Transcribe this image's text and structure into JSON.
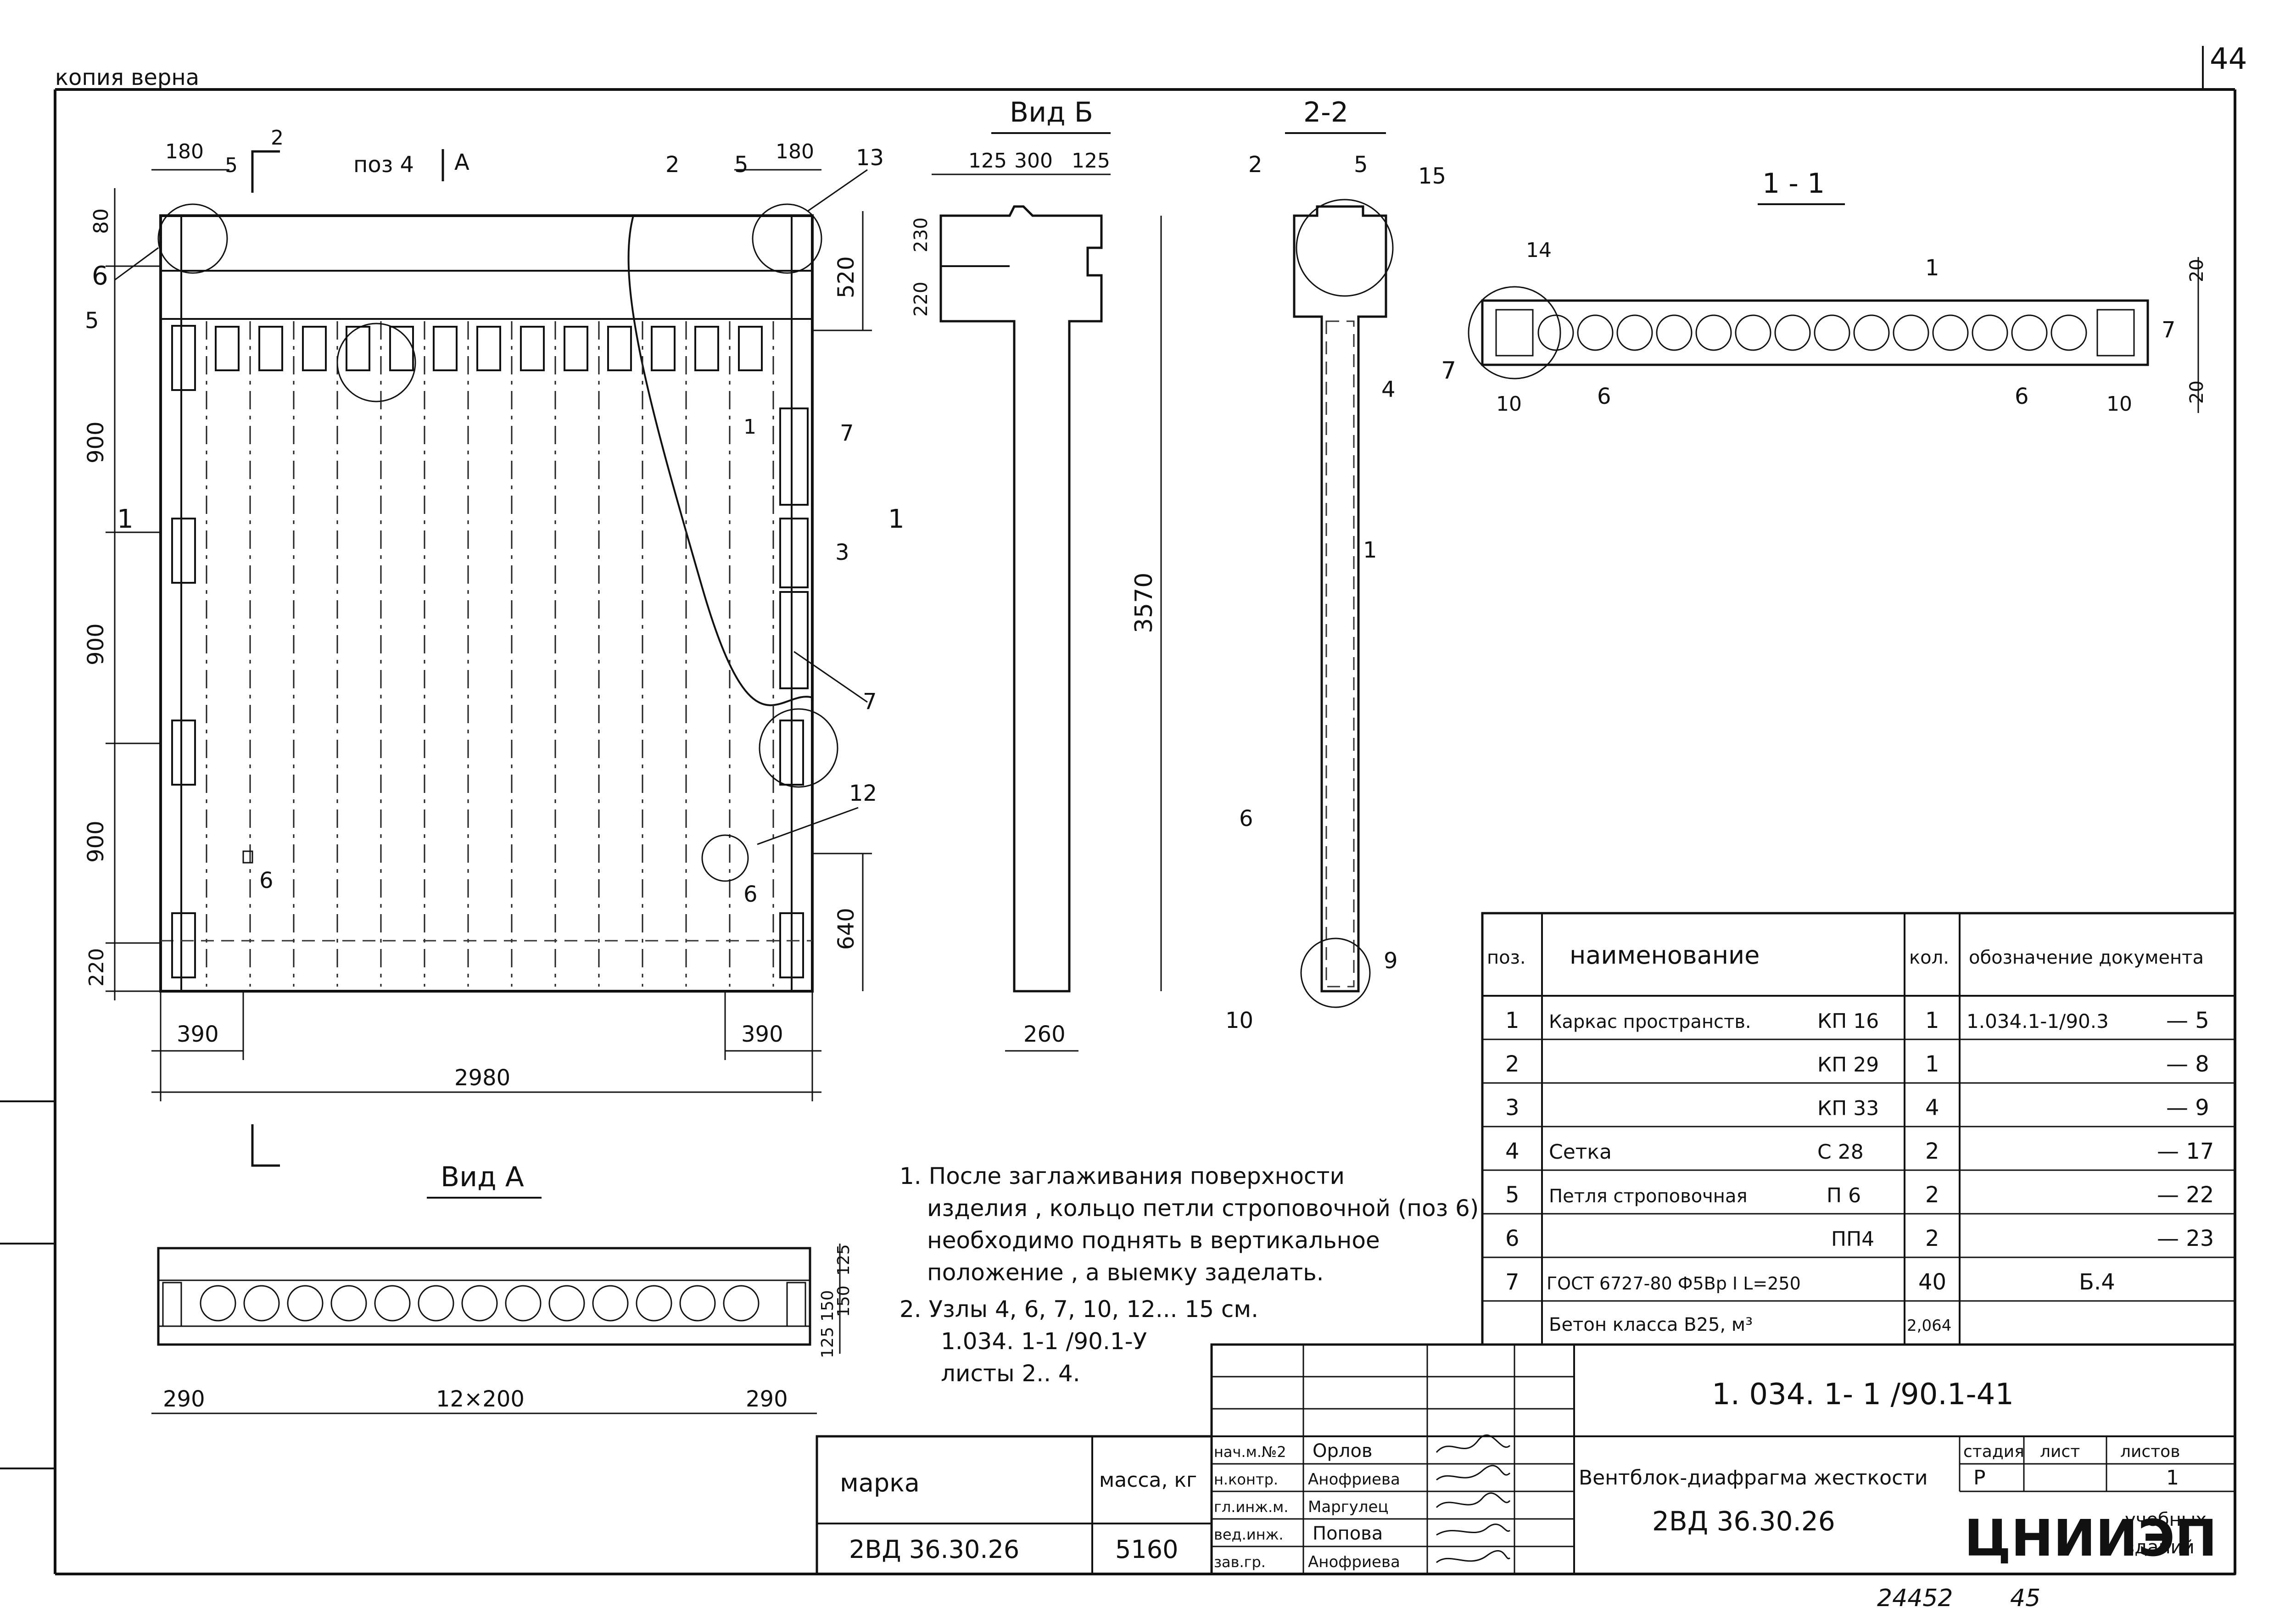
{
  "header": {
    "copy_note": "копия верна",
    "sheet_no": "44"
  },
  "footer": {
    "archive_no": "24452",
    "page_no": "45"
  },
  "views": {
    "main_view": {
      "dims_top": [
        "180",
        "5",
        "180"
      ],
      "section_marks": [
        "2",
        "поз 4",
        "А",
        "2",
        "5",
        "13"
      ],
      "callouts": [
        "6",
        "5",
        "7",
        "1",
        "3",
        "7",
        "12",
        "6",
        "6"
      ],
      "dims_left": [
        "80",
        "900",
        "900",
        "900",
        "220"
      ],
      "dims_right": [
        "520",
        "640"
      ],
      "cut_marks": [
        "1",
        "1"
      ],
      "dims_bottom": [
        "390",
        "390",
        "2980"
      ]
    },
    "view_b": {
      "title": "Вид Б",
      "dims_top": [
        "125",
        "300",
        "125"
      ],
      "dims_left": [
        "230",
        "220"
      ],
      "height": "3570",
      "width": "260"
    },
    "section_22": {
      "title": "2-2",
      "callouts": [
        "2",
        "5",
        "15",
        "4",
        "1",
        "6",
        "10",
        "9"
      ]
    },
    "section_11": {
      "title": "1 - 1",
      "callouts": [
        "14",
        "1",
        "7",
        "7",
        "6",
        "6",
        "10",
        "10"
      ],
      "dims_right": [
        "20",
        "20"
      ]
    },
    "view_a": {
      "title": "Вид А",
      "dims_right": [
        "125",
        "150",
        "125",
        "150"
      ],
      "dims_bottom": [
        "290",
        "12×200",
        "290"
      ]
    }
  },
  "notes": [
    "1. После заглаживания поверхности",
    "изделия , кольцо петли строповочной (поз 6)",
    "необходимо поднять в вертикальное",
    "положение , а выемку заделать.",
    "2. Узлы 4, 6, 7, 10, 12... 15 см.",
    "1.034. 1-1 /90.1-У",
    "листы 2.. 4."
  ],
  "spec_table": {
    "headers": {
      "pos": "поз.",
      "name": "наименование",
      "qty": "кол.",
      "doc": "обозначение документа"
    },
    "rows": [
      {
        "pos": "1",
        "name": "Каркас пространств.",
        "code": "КП 16",
        "qty": "1",
        "doc": "1.034.1-1/90.3",
        "sheet": "— 5"
      },
      {
        "pos": "2",
        "name": "",
        "code": "КП 29",
        "qty": "1",
        "doc": "",
        "sheet": "— 8"
      },
      {
        "pos": "3",
        "name": "",
        "code": "КП 33",
        "qty": "4",
        "doc": "",
        "sheet": "— 9"
      },
      {
        "pos": "4",
        "name": "Сетка",
        "code": "С 28",
        "qty": "2",
        "doc": "",
        "sheet": "— 17"
      },
      {
        "pos": "5",
        "name": "Петля строповочная",
        "code": "П 6",
        "qty": "2",
        "doc": "",
        "sheet": "— 22"
      },
      {
        "pos": "6",
        "name": "",
        "code": "ПП4",
        "qty": "2",
        "doc": "",
        "sheet": "— 23"
      },
      {
        "pos": "7",
        "name": "ГОСТ 6727-80 Ф5Вр I L=250",
        "code": "",
        "qty": "40",
        "doc": "Б.4",
        "sheet": ""
      },
      {
        "pos": "",
        "name": "Бетон класса В25, м³",
        "code": "",
        "qty": "2,064",
        "doc": "",
        "sheet": ""
      }
    ]
  },
  "marking_table": {
    "headers": {
      "mark": "марка",
      "mass": "масса, кг"
    },
    "rows": [
      {
        "mark": "2ВД 36.30.26",
        "mass": "5160"
      }
    ]
  },
  "title_block": {
    "doc_code": "1. 034. 1- 1 /90.1-41",
    "product_name": "Вентблок-диафрагма жесткости",
    "product_mark": "2ВД 36.30.26",
    "stage_header": "стадия",
    "sheet_header": "лист",
    "sheets_header": "листов",
    "stage": "Р",
    "sheet": "",
    "sheets": "1",
    "org": "ЦНИИЭП",
    "org_sub1": "учебных",
    "org_sub2": "зданий",
    "signers": [
      {
        "role": "нач.м.№2",
        "name": "Орлов"
      },
      {
        "role": "н.контр.",
        "name": "Анофриева"
      },
      {
        "role": "гл.инж.м.",
        "name": "Маргулец"
      },
      {
        "role": "вед.инж.",
        "name": "Попова"
      },
      {
        "role": "зав.гр.",
        "name": "Анофриева"
      }
    ]
  }
}
